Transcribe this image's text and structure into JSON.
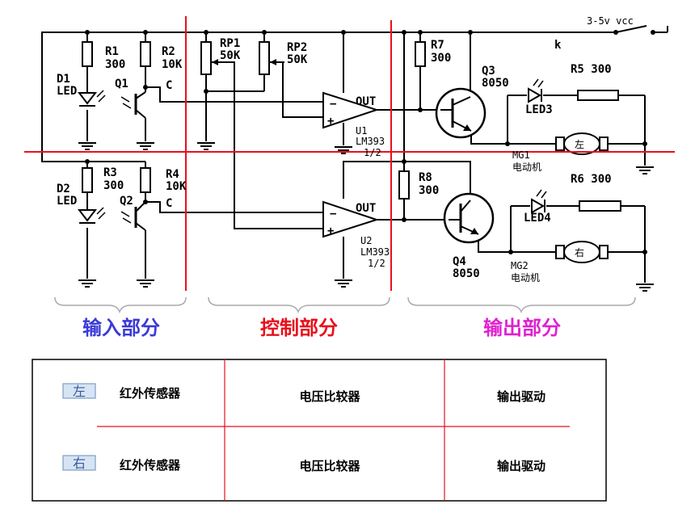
{
  "components": {
    "d1": {
      "name": "D1",
      "type": "LED"
    },
    "d2": {
      "name": "D2",
      "type": "LED"
    },
    "r1": {
      "name": "R1",
      "value": "300"
    },
    "r2": {
      "name": "R2",
      "value": "10K"
    },
    "r3": {
      "name": "R3",
      "value": "300"
    },
    "r4": {
      "name": "R4",
      "value": "10K"
    },
    "q1": {
      "name": "Q1"
    },
    "q2": {
      "name": "Q2"
    },
    "c_label": "C",
    "rp1": {
      "name": "RP1",
      "value": "50K"
    },
    "rp2": {
      "name": "RP2",
      "value": "50K"
    },
    "u1": {
      "name": "U1",
      "part": "LM393",
      "fraction": "1/2",
      "out": "OUT"
    },
    "u2": {
      "name": "U2",
      "part": "LM393",
      "fraction": "1/2",
      "out": "OUT"
    },
    "r7": {
      "name": "R7",
      "value": "300"
    },
    "r8": {
      "name": "R8",
      "value": "300"
    },
    "q3": {
      "name": "Q3",
      "part": "8050"
    },
    "q4": {
      "name": "Q4",
      "part": "8050"
    },
    "r5": {
      "label": "R5 300"
    },
    "r6": {
      "label": "R6 300"
    },
    "led3": {
      "name": "LED3"
    },
    "led4": {
      "name": "LED4"
    },
    "mg1": {
      "name": "MG1",
      "desc": "电动机",
      "motor_char": "左"
    },
    "mg2": {
      "name": "MG2",
      "desc": "电动机",
      "motor_char": "右"
    },
    "supply": {
      "label": "3-5v vcc",
      "switch": "k"
    },
    "plus": "+",
    "minus": "−"
  },
  "sections": {
    "input": "输入部分",
    "control": "控制部分",
    "output": "输出部分"
  },
  "section_colors": {
    "input": "#3a3ad8",
    "control": "#e8101c",
    "output": "#e020d0",
    "divider": "#e8101c"
  },
  "table": {
    "rows": [
      {
        "tag": "左",
        "sensor": "红外传感器",
        "comparator": "电压比较器",
        "driver": "输出驱动"
      },
      {
        "tag": "右",
        "sensor": "红外传感器",
        "comparator": "电压比较器",
        "driver": "输出驱动"
      }
    ]
  }
}
